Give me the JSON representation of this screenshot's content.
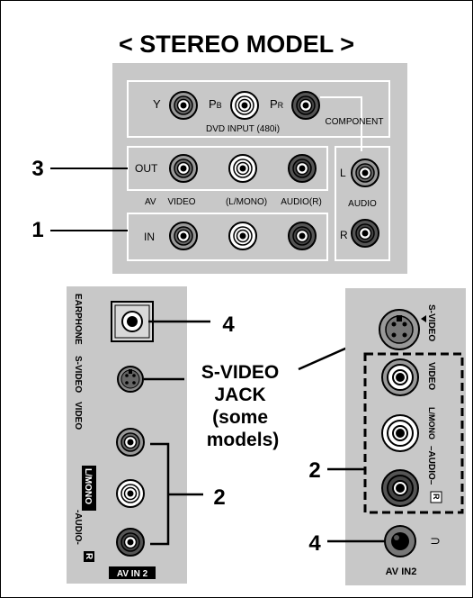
{
  "title": "< STEREO MODEL >",
  "top_panel": {
    "component": {
      "y_label": "Y",
      "pb_label": "P",
      "pb_sub": "B",
      "pr_label": "P",
      "pr_sub": "R",
      "dvd_label": "DVD INPUT (480i)",
      "component_label": "COMPONENT"
    },
    "out_row": {
      "label": "OUT",
      "callout": "3"
    },
    "in_row": {
      "label": "IN",
      "callout": "1"
    },
    "labels": {
      "av": "AV",
      "video": "VIDEO",
      "lmono": "(L/MONO)",
      "audio_r": "AUDIO(R)"
    },
    "audio": {
      "l": "L",
      "audio": "AUDIO",
      "r": "R"
    }
  },
  "left_panel": {
    "earphone": "EARPHONE",
    "svideo": "S-VIDEO",
    "video": "VIDEO",
    "lmono": "L/MONO",
    "audio_dash": "-AUDIO-",
    "r": "R",
    "av_in": "AV IN 2"
  },
  "right_panel": {
    "svideo": "S-VIDEO",
    "video": "VIDEO",
    "lmono": "L/MONO",
    "audio": "–AUDIO–",
    "r": "R",
    "av_in": "AV IN2"
  },
  "callouts": {
    "earphone_num": "4",
    "svideo_jack": [
      "S-VIDEO",
      "JACK",
      "(some",
      "models)"
    ],
    "left_av_num": "2",
    "right_av_num": "2",
    "right_earphone_num": "4"
  },
  "colors": {
    "panel": "#c8c8c8",
    "panel_dark": "#b9b9b9",
    "jack_gray": "#6f6f6f"
  }
}
